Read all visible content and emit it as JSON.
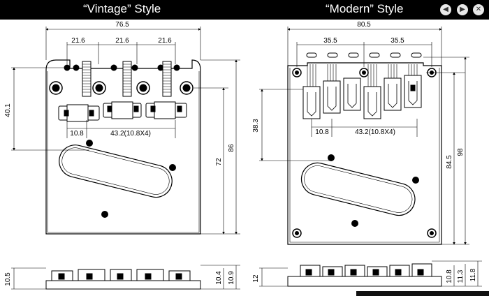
{
  "titles": {
    "vintage": "“Vintage” Style",
    "modern": "“Modern” Style"
  },
  "window_controls": {
    "prev_icon": "◀",
    "next_icon": "▶",
    "close_icon": "✕"
  },
  "vintage": {
    "overall_width": "76.5",
    "saddle_spacing_1": "21.6",
    "saddle_spacing_2": "21.6",
    "saddle_spacing_3": "21.6",
    "height_to_screw": "40.1",
    "string_first": "10.8",
    "string_spacing": "43.2(10.8X4)",
    "height_72": "72",
    "height_86": "86",
    "side_height": "10.5",
    "side_dim_1": "10.4",
    "side_dim_2": "10.9"
  },
  "modern": {
    "overall_width": "80.5",
    "saddle_spacing_1": "35.5",
    "saddle_spacing_2": "35.5",
    "height_to_screw": "38.3",
    "string_first": "10.8",
    "string_spacing": "43.2(10.8X4)",
    "height_84": "84.5",
    "height_98": "98",
    "side_height": "12",
    "side_dim_1": "10.8",
    "side_dim_2": "11.3",
    "side_dim_3": "11.8"
  }
}
